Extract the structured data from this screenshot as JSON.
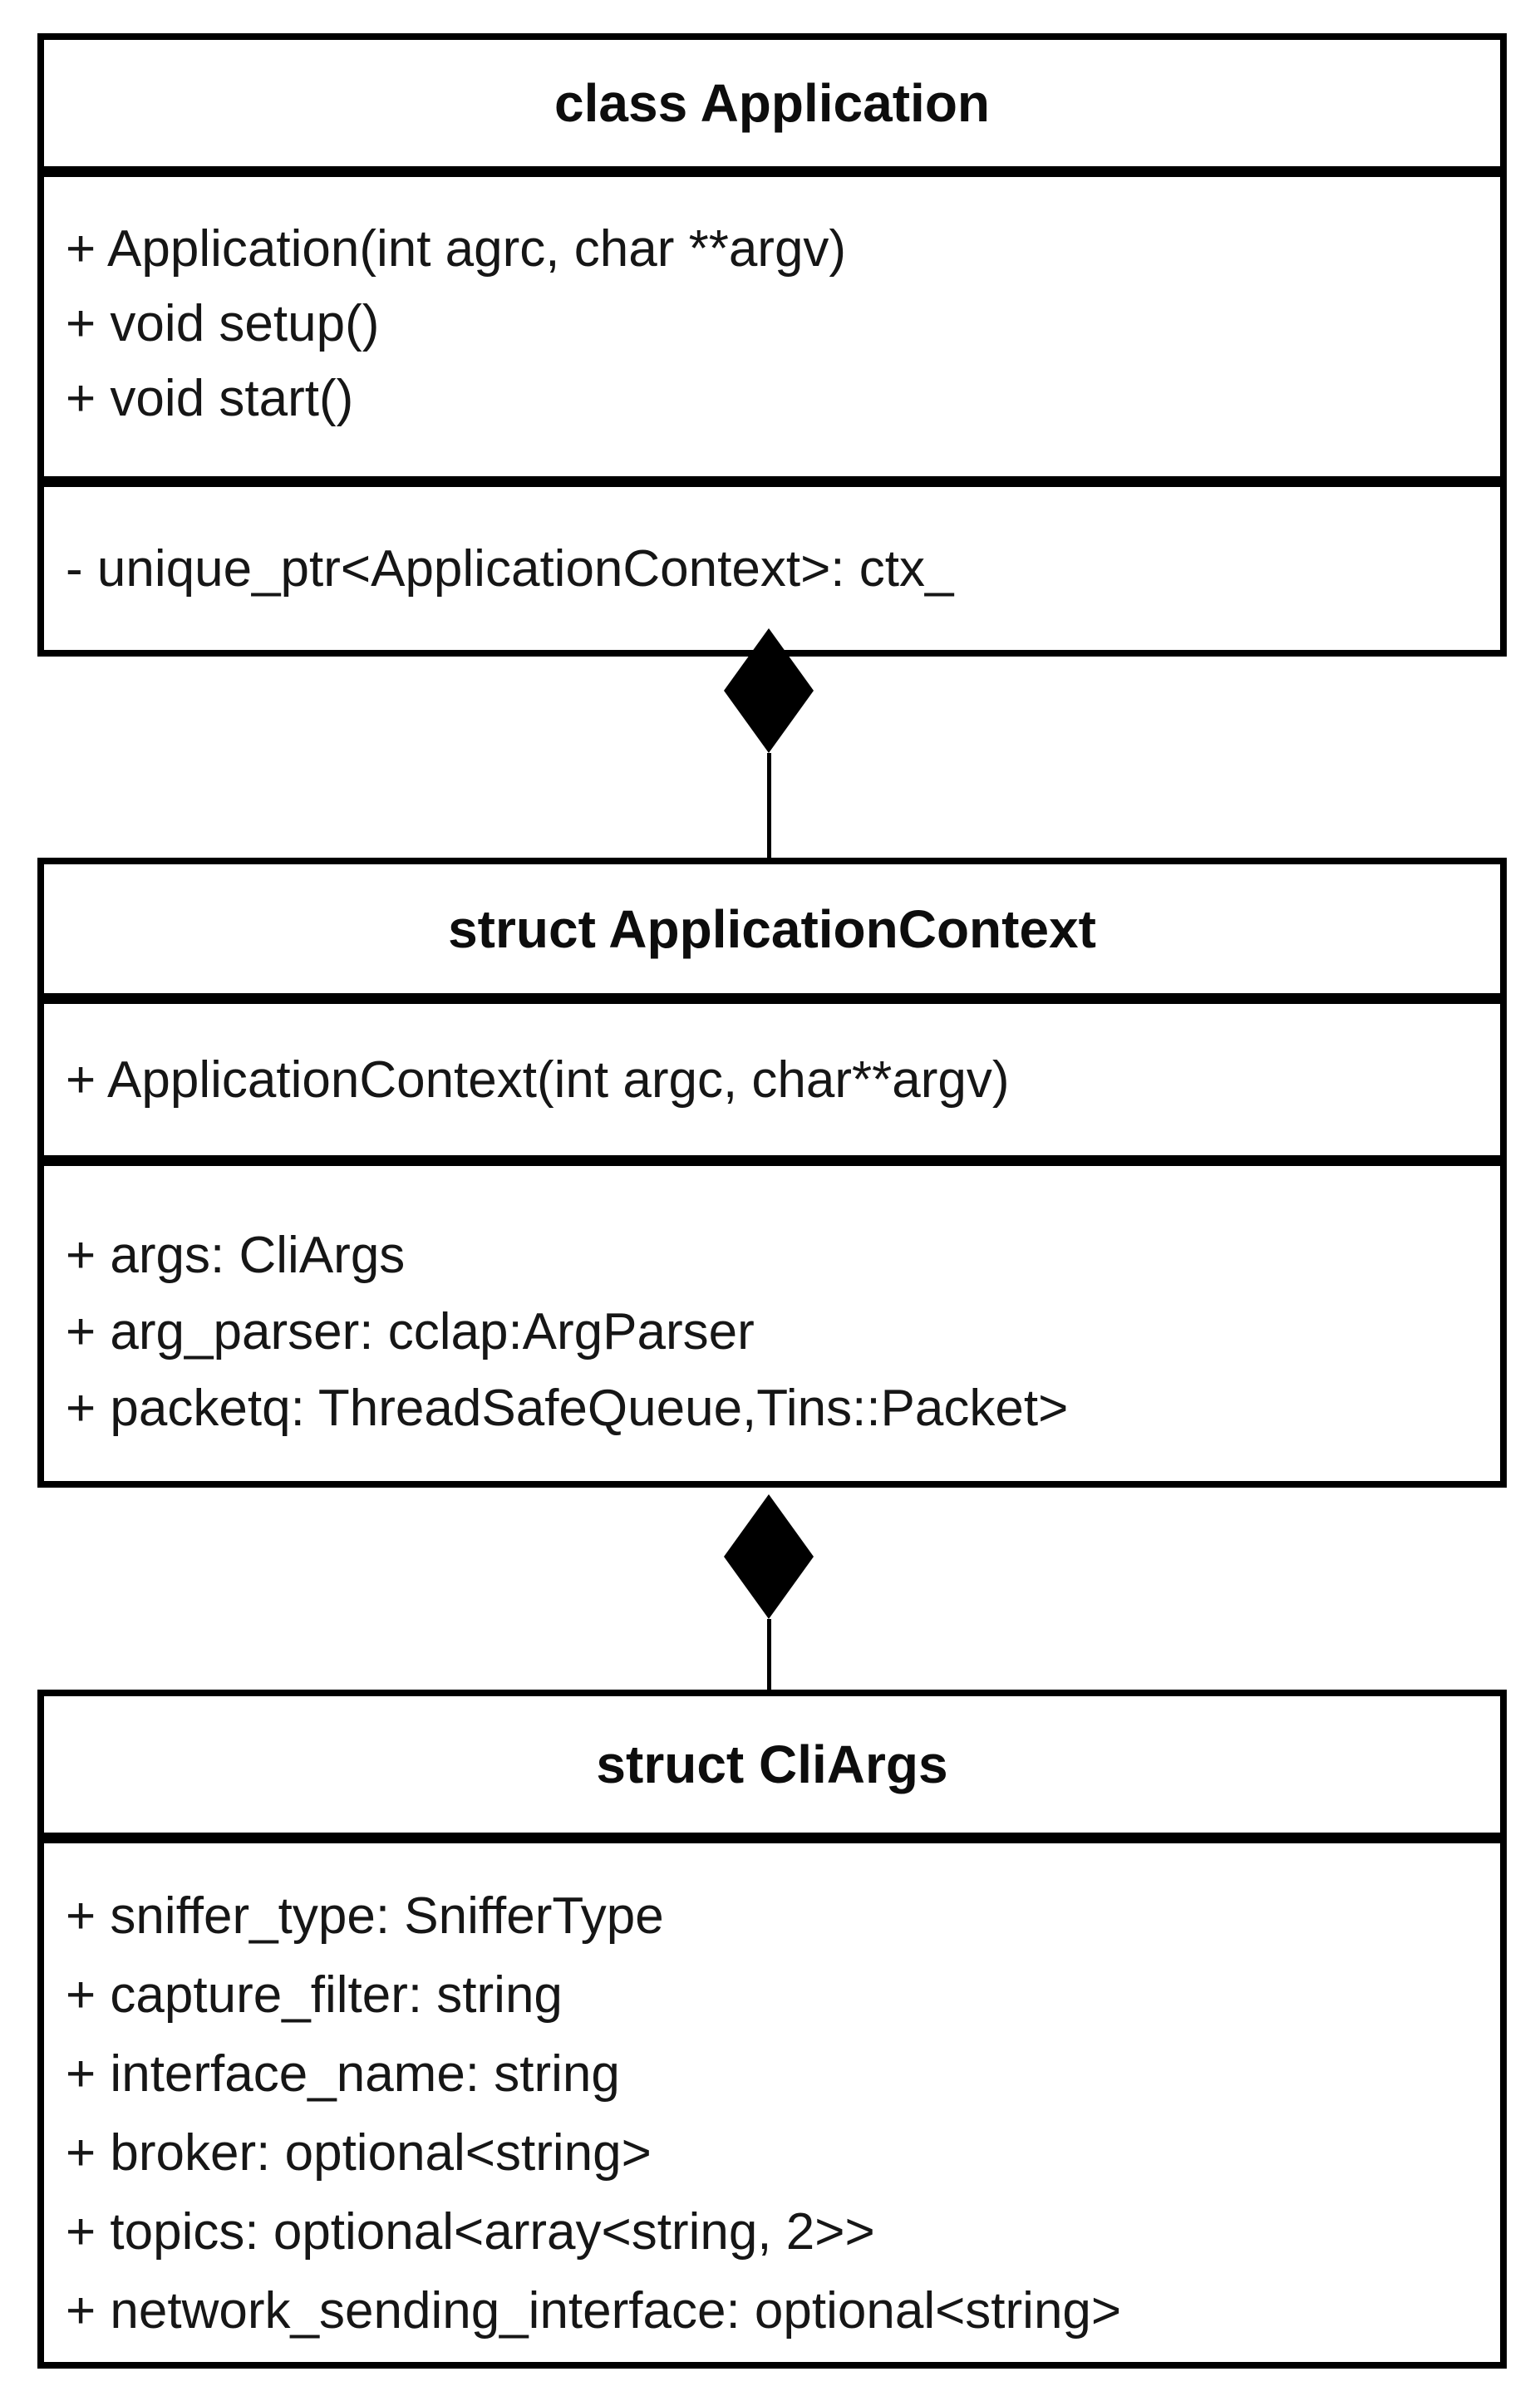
{
  "colors": {
    "ink": "#000000",
    "paper": "#ffffff"
  },
  "classes": [
    {
      "title": "class Application",
      "sections": [
        {
          "members": [
            "+ Application(int agrc, char **argv)",
            "+ void setup()",
            "+ void start()"
          ]
        },
        {
          "members": [
            "- unique_ptr<ApplicationContext>: ctx_"
          ]
        }
      ]
    },
    {
      "title": "struct ApplicationContext",
      "sections": [
        {
          "members": [
            "+ ApplicationContext(int argc, char**argv)"
          ]
        },
        {
          "members": [
            "+ args: CliArgs",
            "+ arg_parser: cclap:ArgParser",
            "+ packetq: ThreadSafeQueue,Tins::Packet>"
          ]
        }
      ]
    },
    {
      "title": "struct CliArgs",
      "sections": [
        {
          "members": [
            "+ sniffer_type: SnifferType",
            "+ capture_filter: string",
            "+ interface_name: string",
            "+ broker: optional<string>",
            "+ topics: optional<array<string, 2>>",
            "+ network_sending_interface: optional<string>"
          ]
        }
      ]
    }
  ],
  "connectors": [
    {
      "type": "composition",
      "glyph": "filled-diamond",
      "from": "class Application",
      "to": "struct ApplicationContext"
    },
    {
      "type": "composition",
      "glyph": "filled-diamond",
      "from": "struct ApplicationContext",
      "to": "struct CliArgs"
    }
  ]
}
